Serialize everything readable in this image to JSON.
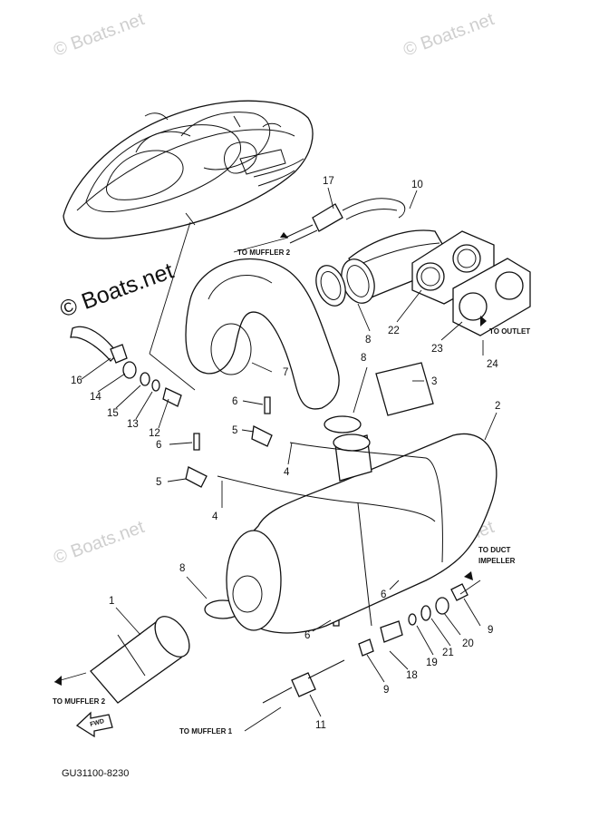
{
  "watermark": "© Boats.net",
  "drawing_code": "GU31100-8230",
  "fwd_label": "FWD",
  "labels": {
    "to_muffler_2_top": "TO MUFFLER 2",
    "to_muffler_2_bottom": "TO MUFFLER 2",
    "to_muffler_1": "TO MUFFLER 1",
    "to_outlet": "TO OUTLET",
    "to_duct": "TO DUCT",
    "impeller": "IMPELLER"
  },
  "callouts": {
    "c1": "1",
    "c2": "2",
    "c3": "3",
    "c4a": "4",
    "c4b": "4",
    "c5a": "5",
    "c5b": "5",
    "c6a": "6",
    "c6b": "6",
    "c6c": "6",
    "c6d": "6",
    "c7": "7",
    "c8a": "8",
    "c8b": "8",
    "c8c": "8",
    "c9a": "9",
    "c9b": "9",
    "c10": "10",
    "c11": "11",
    "c12": "12",
    "c13": "13",
    "c14": "14",
    "c15": "15",
    "c16": "16",
    "c17": "17",
    "c18": "18",
    "c19": "19",
    "c20": "20",
    "c21": "21",
    "c22": "22",
    "c23": "23",
    "c24": "24"
  }
}
